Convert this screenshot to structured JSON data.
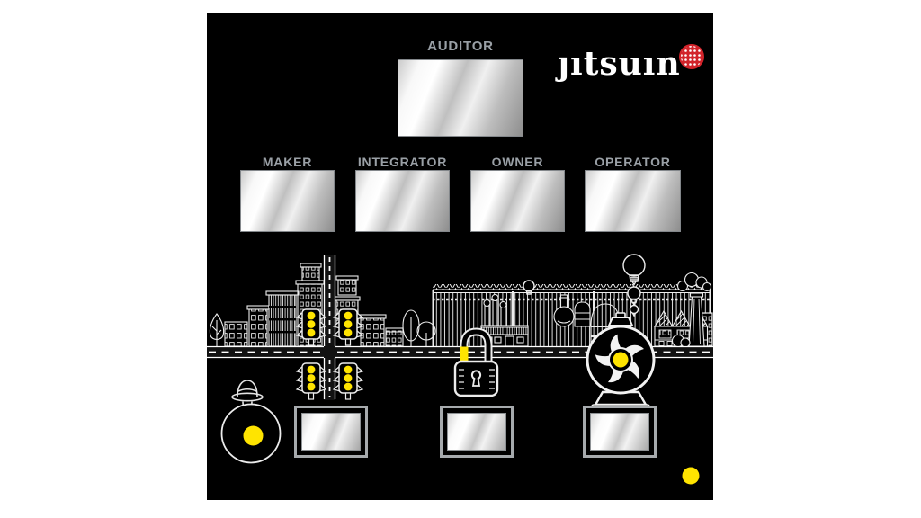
{
  "board": {
    "background": "#000000",
    "page_background": "#ffffff"
  },
  "logo": {
    "brand": "jitsuin",
    "display_text": "ȷıtsuın",
    "ball_color": "#d2232a"
  },
  "roles": {
    "auditor": {
      "label": "AUDITOR"
    },
    "row": [
      {
        "label": "MAKER"
      },
      {
        "label": "INTEGRATOR"
      },
      {
        "label": "OWNER"
      },
      {
        "label": "OPERATOR"
      }
    ]
  },
  "colors": {
    "label_text": "#9aa0a6",
    "line_art": "#ececec",
    "indicator_yellow": "#ffe400",
    "logo_red": "#d2232a",
    "screen_frame_silver": "#a6aaad"
  },
  "indicators": {
    "traffic_lights": {
      "count": 4,
      "lamps_per_light": 3,
      "lamp_color": "#ffe400"
    },
    "padlock_lit_segment_color": "#ffe400",
    "pump_hub_color": "#ffe400",
    "inspector_lens_color": "#ffe400",
    "corner_led_color": "#ffe400"
  },
  "scene_elements": [
    "city-skyline",
    "crossroad",
    "traffic-lights",
    "factory-skyline",
    "light-bulbs",
    "padlock",
    "industrial-pump",
    "inspector-with-lens",
    "blank-display-screens"
  ]
}
